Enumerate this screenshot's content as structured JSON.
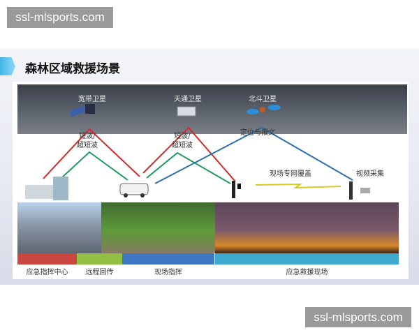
{
  "watermark": "ssl-mlsports.com",
  "title": "森林区域救援场景",
  "satellites": [
    {
      "label": "宽带卫星"
    },
    {
      "label": "天通卫星"
    },
    {
      "label": "北斗卫星"
    }
  ],
  "link_labels": {
    "sat1": "短波/\n超短波",
    "sat2": "短波/\n超短波",
    "beidou": "定位与报文",
    "mesh": "现场专网覆盖",
    "video": "视频采集"
  },
  "zones": [
    {
      "label": "应急指挥中心",
      "color": "#c9473f"
    },
    {
      "label": "远程回传",
      "color": "#93bf45"
    },
    {
      "label": "现场指挥",
      "color": "#3f78c3"
    },
    {
      "label": "应急救援现场",
      "color": "#3eaad0"
    }
  ],
  "link_colors": {
    "red": "#d42a2a",
    "green": "#1f9a5a",
    "blue": "#2a6fb0"
  }
}
